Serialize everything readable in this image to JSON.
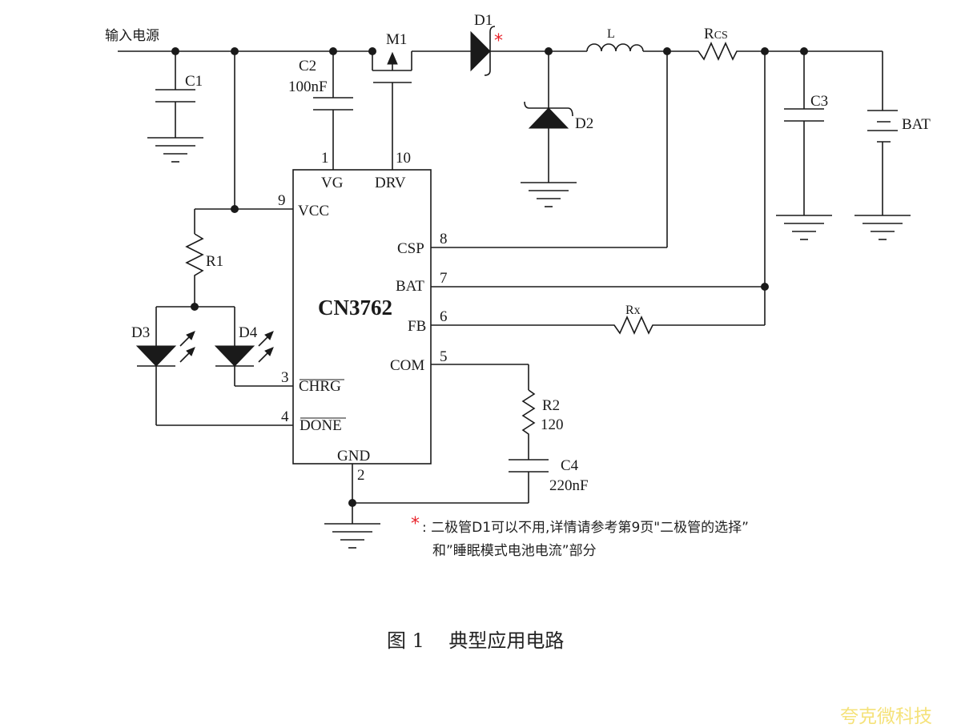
{
  "colors": {
    "wire": "#1a1a1a",
    "asterisk": "#e8222a",
    "watermark": "#f5e27a"
  },
  "diagram": {
    "input_label": "输入电源",
    "ic": {
      "name": "CN3762",
      "pins": [
        {
          "num": "1",
          "name": "VG"
        },
        {
          "num": "10",
          "name": "DRV"
        },
        {
          "num": "9",
          "name": "VCC"
        },
        {
          "num": "8",
          "name": "CSP"
        },
        {
          "num": "7",
          "name": "BAT"
        },
        {
          "num": "6",
          "name": "FB"
        },
        {
          "num": "5",
          "name": "COM"
        },
        {
          "num": "3",
          "name": "CHRG"
        },
        {
          "num": "4",
          "name": "DONE"
        },
        {
          "num": "2",
          "name": "GND"
        }
      ]
    },
    "components": {
      "c1": {
        "ref": "C1"
      },
      "c2": {
        "ref": "C2",
        "value": "100nF"
      },
      "m1": {
        "ref": "M1"
      },
      "d1": {
        "ref": "D1",
        "mark": "*"
      },
      "d2": {
        "ref": "D2"
      },
      "l": {
        "ref": "L"
      },
      "rcs": {
        "ref": "R",
        "ref_sub": "CS"
      },
      "c3": {
        "ref": "C3"
      },
      "bat": {
        "ref": "BAT"
      },
      "r1": {
        "ref": "R1"
      },
      "d3": {
        "ref": "D3"
      },
      "d4": {
        "ref": "D4"
      },
      "rx": {
        "ref": "Rx"
      },
      "r2": {
        "ref": "R2",
        "value": "120"
      },
      "c4": {
        "ref": "C4",
        "value": "220nF"
      }
    },
    "note": {
      "mark": "*",
      "line1": ": 二极管D1可以不用,详情请参考第9页\"二极管的选择”",
      "line2": "和”睡眠模式电池电流”部分"
    }
  },
  "caption": "图 1    典型应用电路",
  "watermark": "夸克微科技"
}
